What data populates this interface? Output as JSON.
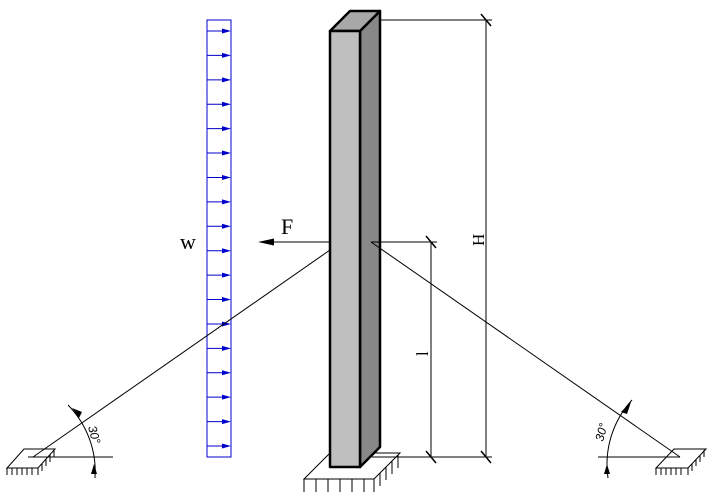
{
  "labels": {
    "wind_load": "w",
    "force": "F",
    "height_total": "H",
    "height_cable": "l",
    "angle_left": "30°",
    "angle_right": "30°"
  },
  "load": {
    "arrow_count": 18
  },
  "colors": {
    "load_arrows": "#0000cc",
    "column_front": "#bfbfbf",
    "column_side": "#888888",
    "column_top": "#a8a8a8",
    "line": "#000000"
  }
}
